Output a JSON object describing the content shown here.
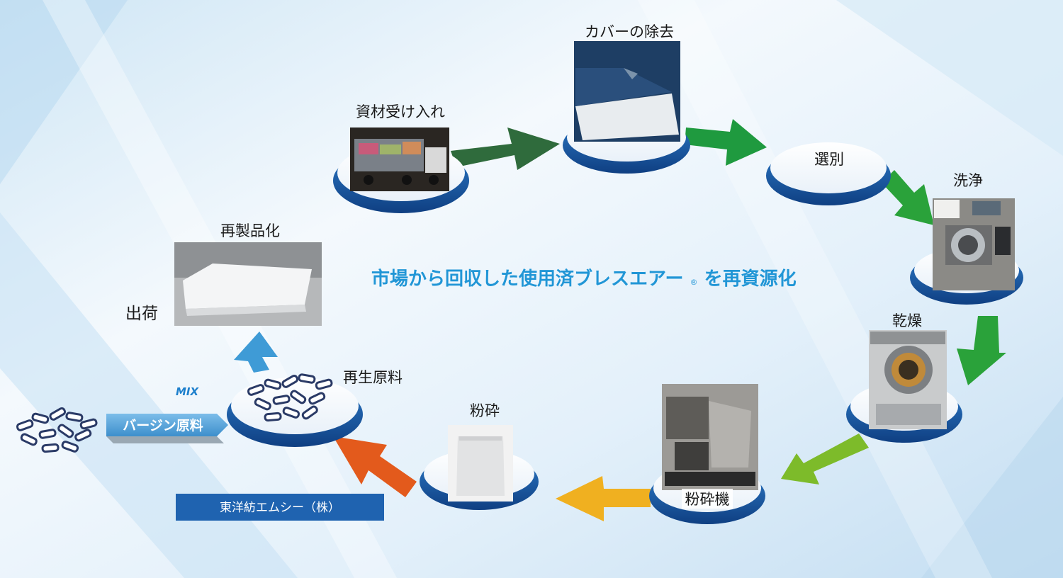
{
  "headline": "市場から回収した使用済ブレスエアー",
  "headline_mark": "®",
  "headline_suffix": "を再資源化",
  "steps": {
    "receiving": "資材受け入れ",
    "cover_removal": "カバーの除去",
    "sorting": "選別",
    "washing": "洗浄",
    "drying": "乾燥",
    "crusher": "粉砕機",
    "crushing": "粉砕",
    "recycled_material": "再生原料",
    "reproduction": "再製品化",
    "shipping": "出荷"
  },
  "mix_label": "MIX",
  "virgin_label": "バージン原料",
  "company_label": "東洋紡エムシー（株）",
  "colors": {
    "headline": "#2196d6",
    "arrow_dark_green": "#2f6b3c",
    "arrow_green": "#1f9a3f",
    "arrow_mid_green": "#2aa23a",
    "arrow_lime": "#7dbb2a",
    "arrow_yellow": "#f0b020",
    "arrow_orange": "#e35a1c",
    "arrow_blue": "#3f9bd6",
    "disc_rim": "#1a5ea8",
    "company_box": "#1f63b0"
  }
}
